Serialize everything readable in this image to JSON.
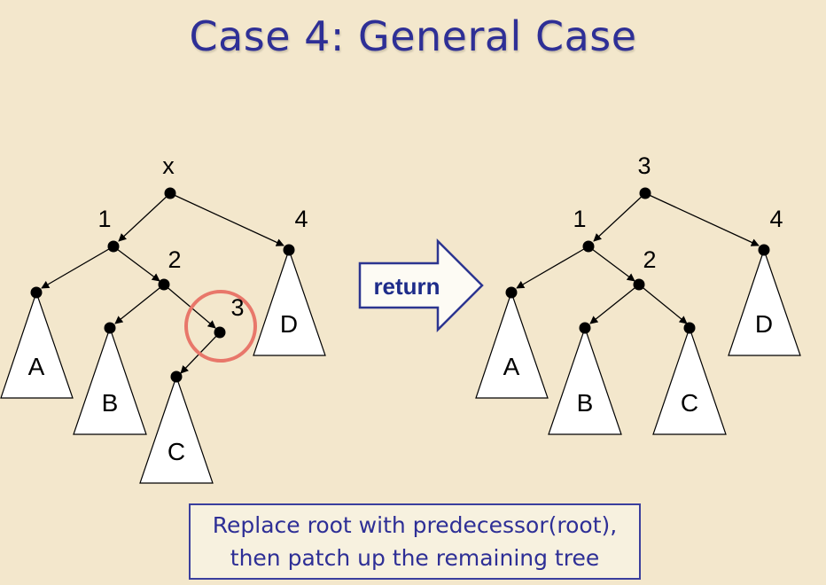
{
  "title": "Case 4: General Case",
  "return_label": "return",
  "caption": {
    "line1": "Replace root with predecessor(root),",
    "line2": "then patch up the remaining tree"
  },
  "left_tree": {
    "root_label": "x",
    "node_labels": [
      "1",
      "2",
      "3",
      "4"
    ],
    "subtrees": [
      "A",
      "B",
      "C",
      "D"
    ]
  },
  "right_tree": {
    "root_label": "3",
    "node_labels": [
      "1",
      "2",
      "4"
    ],
    "subtrees": [
      "A",
      "B",
      "C",
      "D"
    ]
  },
  "colors": {
    "background": "#f3e7cc",
    "title": "#2e2f96",
    "highlight_circle": "#e8776a",
    "arrow_outline": "#2c3590"
  }
}
